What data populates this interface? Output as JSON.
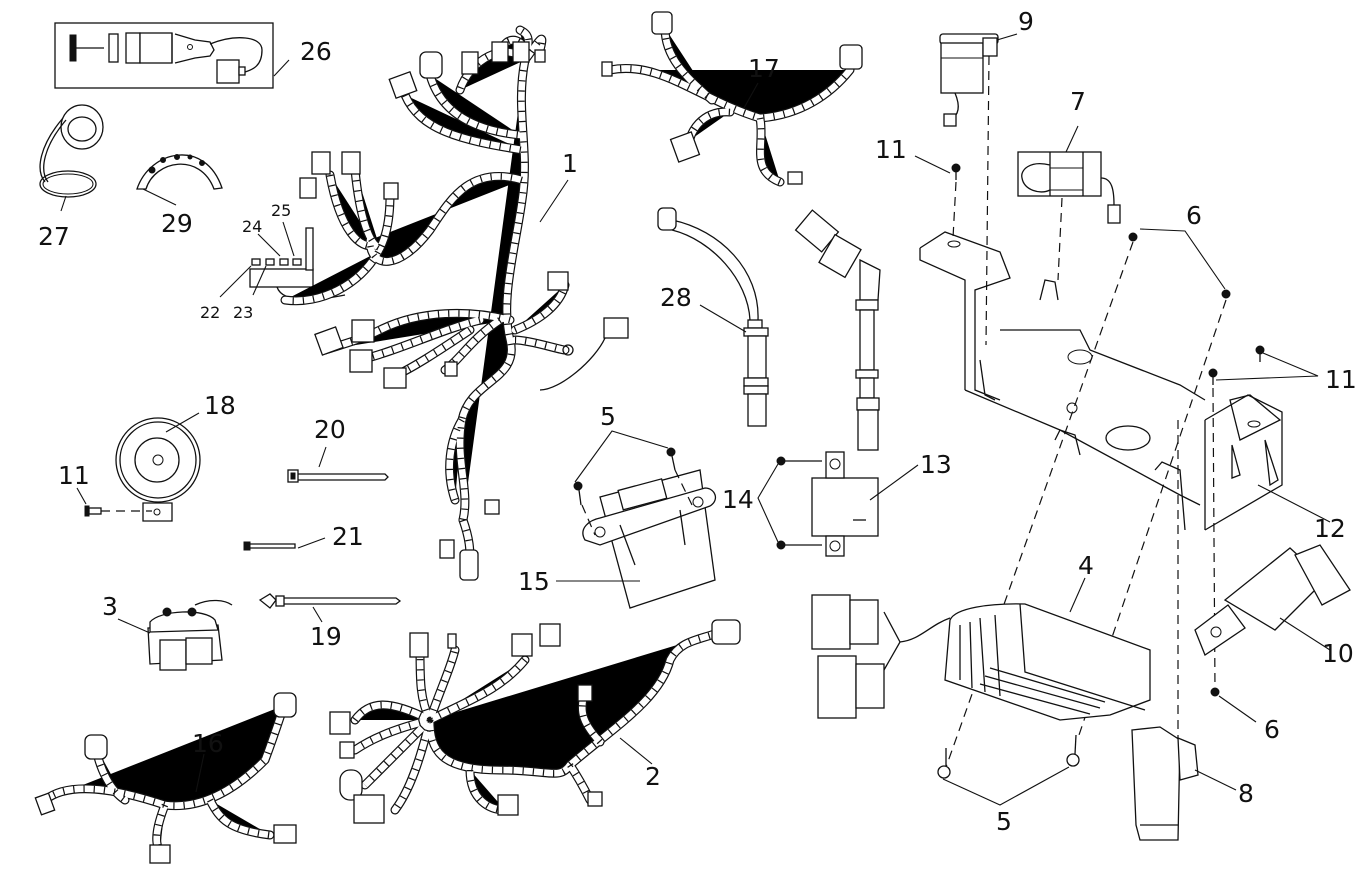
{
  "diagram": {
    "type": "exploded-parts-diagram",
    "subject": "electrical system wiring harness and components",
    "callouts": {
      "c1": "1",
      "c2": "2",
      "c3": "3",
      "c4": "4",
      "c5_top": "5",
      "c5_bottom": "5",
      "c6_top": "6",
      "c6_bottom": "6",
      "c7": "7",
      "c8": "8",
      "c9": "9",
      "c10": "10",
      "c11_top": "11",
      "c11_right": "11",
      "c11_left": "11",
      "c12": "12",
      "c13": "13",
      "c14": "14",
      "c15": "15",
      "c16": "16",
      "c17": "17",
      "c18": "18",
      "c19": "19",
      "c20": "20",
      "c21": "21",
      "c22": "22",
      "c23": "23",
      "c24": "24",
      "c25": "25",
      "c26": "26",
      "c27": "27",
      "c28": "28",
      "c29": "29"
    },
    "parts": [
      {
        "callout": "1",
        "depicts": "main wiring harness"
      },
      {
        "callout": "2",
        "depicts": "secondary wiring harness"
      },
      {
        "callout": "3",
        "depicts": "starter relay / solenoid"
      },
      {
        "callout": "4",
        "depicts": "voltage regulator / rectifier"
      },
      {
        "callout": "5",
        "depicts": "flange bolts"
      },
      {
        "callout": "6",
        "depicts": "nuts"
      },
      {
        "callout": "7",
        "depicts": "relay with lead"
      },
      {
        "callout": "8",
        "depicts": "control module"
      },
      {
        "callout": "9",
        "depicts": "cylindrical relay / buzzer"
      },
      {
        "callout": "10",
        "depicts": "relay with mounting tab"
      },
      {
        "callout": "11",
        "depicts": "bolts"
      },
      {
        "callout": "12",
        "depicts": "electrical mounting bracket"
      },
      {
        "callout": "13",
        "depicts": "ignition coil"
      },
      {
        "callout": "14",
        "depicts": "coil mounting bolts"
      },
      {
        "callout": "15",
        "depicts": "CDI / control unit"
      },
      {
        "callout": "16",
        "depicts": "sub wiring harness"
      },
      {
        "callout": "17",
        "depicts": "sub wiring harness"
      },
      {
        "callout": "18",
        "depicts": "horn"
      },
      {
        "callout": "19",
        "depicts": "push-mount cable tie"
      },
      {
        "callout": "20",
        "depicts": "cable tie (large)"
      },
      {
        "callout": "21",
        "depicts": "cable tie (small)"
      },
      {
        "callout": "22",
        "depicts": "fuse"
      },
      {
        "callout": "23",
        "depicts": "fuse"
      },
      {
        "callout": "24",
        "depicts": "fuse"
      },
      {
        "callout": "25",
        "depicts": "fuse"
      },
      {
        "callout": "26",
        "depicts": "ignition switch assembly (boxed)"
      },
      {
        "callout": "27",
        "depicts": "cap with strap"
      },
      {
        "callout": "28",
        "depicts": "speed sensor"
      },
      {
        "callout": "29",
        "depicts": "indicator lamp decal"
      }
    ]
  }
}
